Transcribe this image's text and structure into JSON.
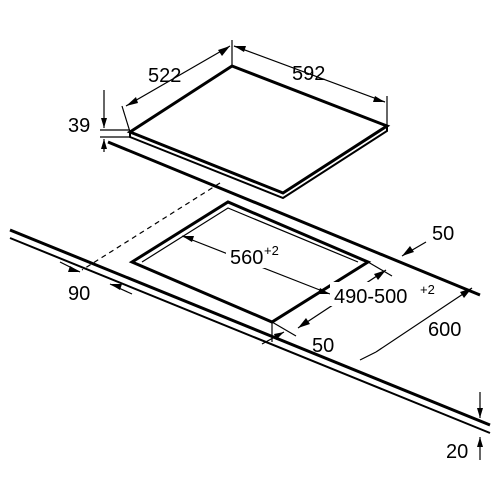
{
  "dimensions": {
    "hob_depth": "522",
    "hob_width": "592",
    "hob_height": "39",
    "cutout_width": "560",
    "cutout_width_tol": "+2",
    "cutout_depth": "490-500",
    "cutout_depth_tol": "+2",
    "rear_clearance": "50",
    "front_clearance": "50",
    "front_edge_distance": "90",
    "worktop_depth": "600",
    "worktop_thickness": "20"
  }
}
